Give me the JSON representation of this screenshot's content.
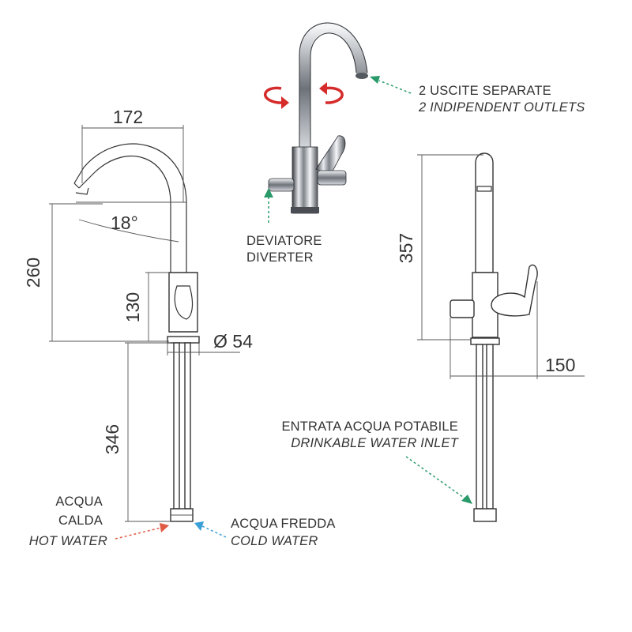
{
  "dimensions": {
    "spout_reach": "172",
    "angle": "18°",
    "total_height": "260",
    "body_height": "130",
    "base_diameter": "Ø 54",
    "shank_length": "346",
    "side_height": "357",
    "side_depth": "150"
  },
  "labels": {
    "outlets_it": "2  USCITE  SEPARATE",
    "outlets_en": "2 INDIPENDENT OUTLETS",
    "diverter_it": "DEVIATORE",
    "diverter_en": "DIVERTER",
    "inlet_it": "ENTRATA ACQUA POTABILE",
    "inlet_en": "DRINKABLE WATER INLET",
    "hot_it_1": "ACQUA",
    "hot_it_2": "CALDA",
    "hot_en": "HOT WATER",
    "cold_it": "ACQUA FREDDA",
    "cold_en": "COLD WATER"
  },
  "colors": {
    "line": "#333333",
    "hot_arrow": "#e05a44",
    "cold_arrow": "#3a9fd6",
    "green_arrow": "#2a9a6a",
    "rotation_arrow": "#d62b2b"
  }
}
